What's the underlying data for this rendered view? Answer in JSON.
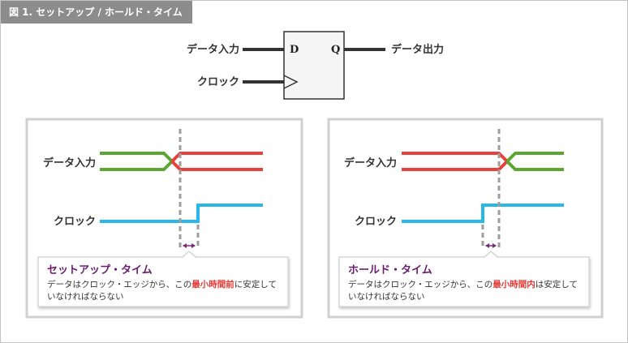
{
  "figure_label": "図 1. セットアップ / ホールド・タイム",
  "flipflop": {
    "input_label": "データ入力",
    "output_label": "データ出力",
    "clock_label": "クロック",
    "pin_d": "D",
    "pin_q": "Q"
  },
  "setup_panel": {
    "data_label": "データ入力",
    "clock_label": "クロック",
    "title": "セットアップ・タイム",
    "desc_before": "データはクロック・エッジから、この",
    "desc_highlight": "最小時間前",
    "desc_after": "に安定して",
    "desc_line2": "いなければならない"
  },
  "hold_panel": {
    "data_label": "データ入力",
    "clock_label": "クロック",
    "title": "ホールド・タイム",
    "desc_before": "データはクロック・エッジから、この",
    "desc_highlight": "最小時間内",
    "desc_after": "は安定して",
    "desc_line2": "いなければならない"
  },
  "colors": {
    "stable_data": "#5aa832",
    "changing_data": "#e8403a",
    "clock": "#29b6e8",
    "edge_marker": "#9e9e9e",
    "arrow": "#7b2a7b",
    "title_purple": "#6a1b6e",
    "highlight_red": "#e53935",
    "panel_border": "#d0d0d0"
  }
}
